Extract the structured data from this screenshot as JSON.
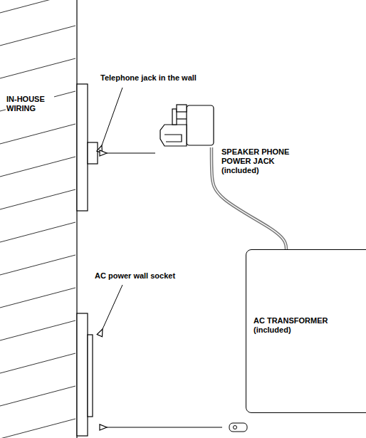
{
  "diagram": {
    "nodes": [
      {
        "text": [
          "SPEAKER PHONE POWER JACK (included)"
        ]
      },
      {
        "text": [
          "AC TRANSFORMER (included)"
        ]
      }
    ],
    "edges": [
      {
        "from": 0,
        "to": 1,
        "arrow": "none"
      }
    ],
    "labels": [
      "Telephone jack in the wall",
      "IN-HOUSE WIRING",
      "AC power wall socket"
    ]
  }
}
